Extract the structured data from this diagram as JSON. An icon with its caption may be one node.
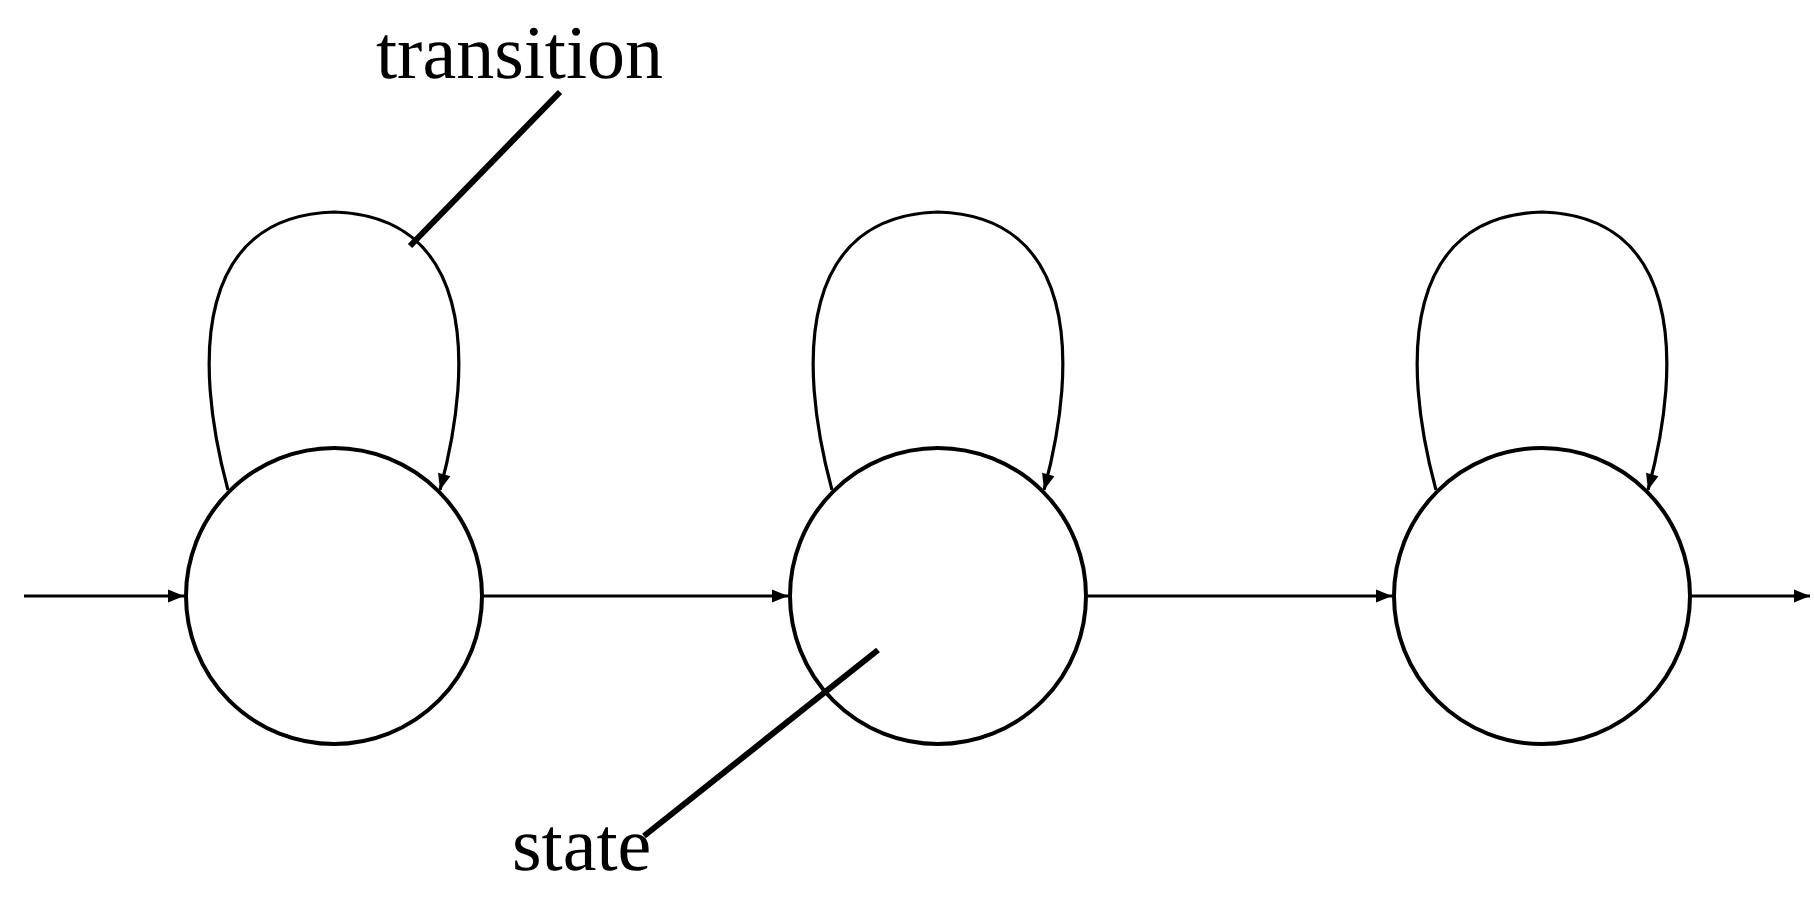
{
  "diagram": {
    "nodes": [
      {
        "text": [],
        "shape": "circle"
      },
      {
        "text": [],
        "shape": "circle"
      },
      {
        "text": [],
        "shape": "circle"
      },
      {
        "text": [
          "transition"
        ]
      },
      {
        "text": [
          "state"
        ]
      }
    ],
    "edges": [
      {
        "from": null,
        "to": 0,
        "arrow": "to"
      },
      {
        "from": 0,
        "to": 1,
        "arrow": "to"
      },
      {
        "from": 1,
        "to": 2,
        "arrow": "to"
      },
      {
        "from": 2,
        "to": null,
        "arrow": "to"
      },
      {
        "from": 0,
        "to": 0,
        "arrow": "to"
      },
      {
        "from": 1,
        "to": 1,
        "arrow": "to"
      },
      {
        "from": 2,
        "to": 2,
        "arrow": "to"
      },
      {
        "from": 3,
        "to": null,
        "arrow": "none"
      },
      {
        "from": 4,
        "to": 1,
        "arrow": "none"
      }
    ]
  }
}
